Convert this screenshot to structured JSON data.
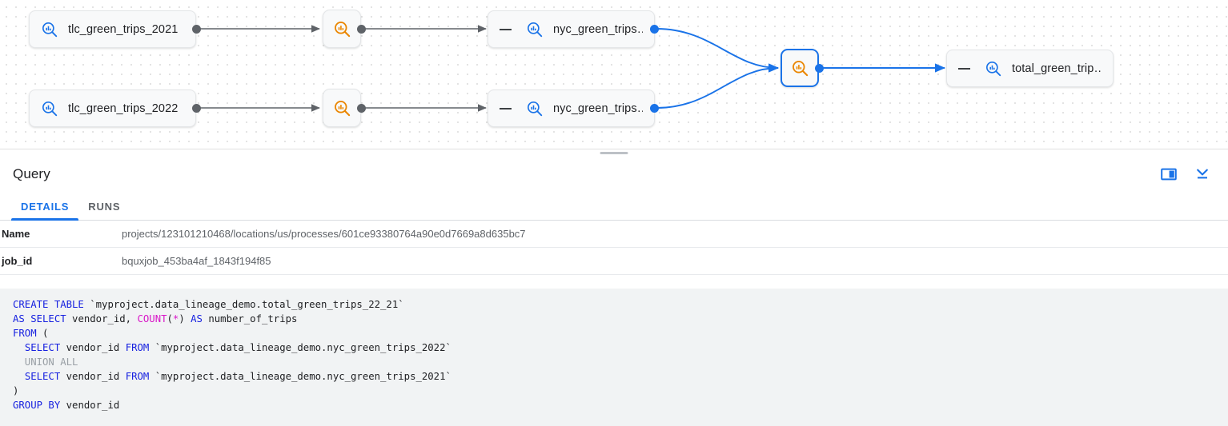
{
  "lineage": {
    "nodes": [
      {
        "id": "tlc_2021",
        "label": "tlc_green_trips_2021",
        "type": "table",
        "icon": "magnifier-chart-icon",
        "selected": false,
        "collapsible": false
      },
      {
        "id": "tlc_2022",
        "label": "tlc_green_trips_2022",
        "type": "table",
        "icon": "magnifier-chart-icon",
        "selected": false,
        "collapsible": false
      },
      {
        "id": "proc_1",
        "label": "",
        "type": "process",
        "icon": "magnifier-chart-orange-icon",
        "selected": false,
        "collapsible": false
      },
      {
        "id": "proc_2",
        "label": "",
        "type": "process",
        "icon": "magnifier-chart-orange-icon",
        "selected": false,
        "collapsible": false
      },
      {
        "id": "nyc_1",
        "label": "nyc_green_trips…",
        "type": "table",
        "icon": "magnifier-chart-icon",
        "selected": false,
        "collapsible": true
      },
      {
        "id": "nyc_2",
        "label": "nyc_green_trips…",
        "type": "table",
        "icon": "magnifier-chart-icon",
        "selected": false,
        "collapsible": true
      },
      {
        "id": "proc_3",
        "label": "",
        "type": "process",
        "icon": "magnifier-chart-orange-icon",
        "selected": true,
        "collapsible": false
      },
      {
        "id": "total",
        "label": "total_green_trip…",
        "type": "table",
        "icon": "magnifier-chart-icon",
        "selected": false,
        "collapsible": true
      }
    ],
    "colors": {
      "edge_default": "#5f6368",
      "edge_selected": "#1a73e8",
      "node_icon_blue": "#1a73e8",
      "node_icon_orange": "#ea8600",
      "selection": "#1a73e8"
    }
  },
  "panel": {
    "title": "Query",
    "actions": [
      {
        "name": "split-panel-icon",
        "tooltip": "Split panel"
      },
      {
        "name": "collapse-down-icon",
        "tooltip": "Collapse"
      }
    ],
    "tabs": [
      {
        "id": "details",
        "label": "DETAILS",
        "active": true
      },
      {
        "id": "runs",
        "label": "RUNS",
        "active": false
      }
    ],
    "details": {
      "rows": [
        {
          "key": "Name",
          "value": "projects/123101210468/locations/us/processes/601ce93380764a90e0d7669a8d635bc7"
        },
        {
          "key": "job_id",
          "value": "bquxjob_453ba4af_1843f194f85"
        }
      ]
    },
    "query_sql": {
      "lines": [
        {
          "segments": [
            {
              "t": "CREATE TABLE ",
              "c": "kw"
            },
            {
              "t": "`myproject.data_lineage_demo.total_green_trips_22_21`",
              "c": ""
            }
          ]
        },
        {
          "segments": [
            {
              "t": "AS SELECT ",
              "c": "kw"
            },
            {
              "t": "vendor_id, ",
              "c": ""
            },
            {
              "t": "COUNT",
              "c": "fn"
            },
            {
              "t": "(",
              "c": ""
            },
            {
              "t": "*",
              "c": "op"
            },
            {
              "t": ") ",
              "c": ""
            },
            {
              "t": "AS ",
              "c": "kw"
            },
            {
              "t": "number_of_trips",
              "c": ""
            }
          ]
        },
        {
          "segments": [
            {
              "t": "FROM",
              "c": "kw"
            },
            {
              "t": " (",
              "c": ""
            }
          ]
        },
        {
          "segments": [
            {
              "t": "  ",
              "c": ""
            },
            {
              "t": "SELECT ",
              "c": "kw"
            },
            {
              "t": "vendor_id ",
              "c": ""
            },
            {
              "t": "FROM ",
              "c": "kw"
            },
            {
              "t": "`myproject.data_lineage_demo.nyc_green_trips_2022`",
              "c": ""
            }
          ]
        },
        {
          "segments": [
            {
              "t": "  UNION ALL",
              "c": "dim"
            }
          ]
        },
        {
          "segments": [
            {
              "t": "  ",
              "c": ""
            },
            {
              "t": "SELECT ",
              "c": "kw"
            },
            {
              "t": "vendor_id ",
              "c": ""
            },
            {
              "t": "FROM ",
              "c": "kw"
            },
            {
              "t": "`myproject.data_lineage_demo.nyc_green_trips_2021`",
              "c": ""
            }
          ]
        },
        {
          "segments": [
            {
              "t": ")",
              "c": ""
            }
          ]
        },
        {
          "segments": [
            {
              "t": "GROUP BY ",
              "c": "kw"
            },
            {
              "t": "vendor_id",
              "c": ""
            }
          ]
        }
      ]
    }
  }
}
